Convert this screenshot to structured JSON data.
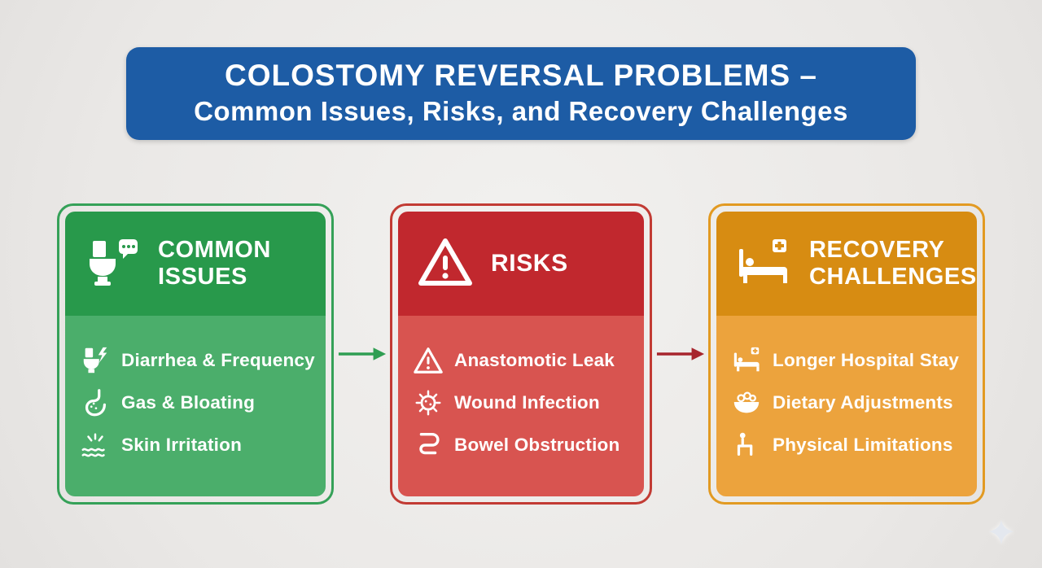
{
  "banner": {
    "title_line1": "COLOSTOMY REVERSAL PROBLEMS –",
    "title_line2": "Common Issues, Risks, and Recovery Challenges",
    "bg_color": "#1d5ca5",
    "text_color": "#ffffff"
  },
  "cards": [
    {
      "title": "COMMON ISSUES",
      "header_icon": "toilet-chat-icon",
      "border_color": "#35a158",
      "header_bg": "#28994b",
      "body_bg": "#4bae6b",
      "items": [
        {
          "icon": "toilet-lightning-icon",
          "label": "Diarrhea & Frequency"
        },
        {
          "icon": "stomach-icon",
          "label": "Gas & Bloating"
        },
        {
          "icon": "skin-irritation-icon",
          "label": "Skin Irritation"
        }
      ]
    },
    {
      "title": "RISKS",
      "header_icon": "warning-triangle-icon",
      "border_color": "#c23b34",
      "header_bg": "#c1282e",
      "body_bg": "#d85450",
      "items": [
        {
          "icon": "warning-small-icon",
          "label": "Anastomotic Leak"
        },
        {
          "icon": "germ-icon",
          "label": "Wound Infection"
        },
        {
          "icon": "intestine-icon",
          "label": "Bowel Obstruction"
        }
      ]
    },
    {
      "title": "RECOVERY CHALLENGES",
      "header_icon": "hospital-bed-icon",
      "border_color": "#e29a22",
      "header_bg": "#d78c12",
      "body_bg": "#eca33d",
      "items": [
        {
          "icon": "hospital-bed-small-icon",
          "label": "Longer Hospital Stay"
        },
        {
          "icon": "diet-bowl-icon",
          "label": "Dietary Adjustments"
        },
        {
          "icon": "person-sitting-icon",
          "label": "Physical Limitations"
        }
      ]
    }
  ],
  "arrows": [
    {
      "color": "#2f9e52"
    },
    {
      "color": "#a7252d"
    }
  ],
  "decorations": {
    "sparkle_color": "#e4e8ef"
  }
}
